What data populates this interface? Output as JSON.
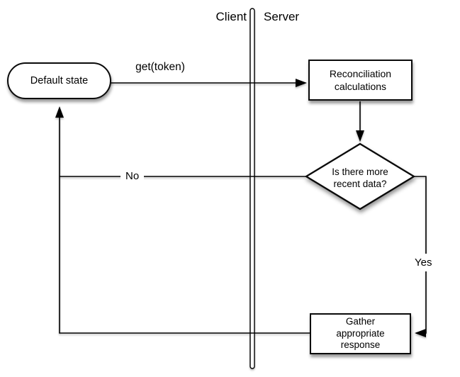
{
  "diagram": {
    "lanes": {
      "client": "Client",
      "server": "Server"
    },
    "nodes": {
      "default_state": "Default state",
      "reconciliation": "Reconciliation\ncalculations",
      "decision": "Is there more\nrecent data?",
      "gather": "Gather\nappropriate\nresponse"
    },
    "edges": {
      "get_token": "get(token)",
      "no": "No",
      "yes": "Yes"
    },
    "colors": {
      "stroke": "#000000",
      "node_fill": "#ffffff",
      "background": "#ffffff"
    }
  }
}
